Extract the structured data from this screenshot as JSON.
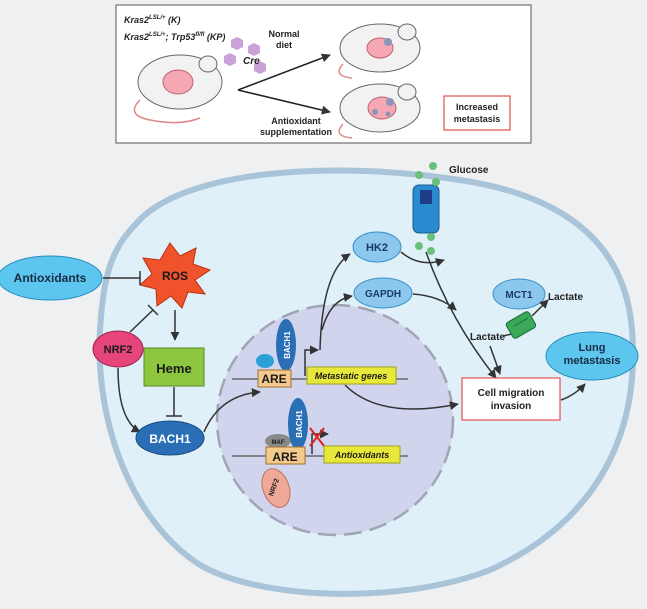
{
  "top_panel": {
    "genotype_k": "Kras2",
    "genotype_k_sup": "LSL/+",
    "genotype_k_suffix": " (K)",
    "genotype_kp": "Kras2",
    "genotype_kp_sup": "LSL/+",
    "genotype_kp_mid": "; Trp53",
    "genotype_kp_sup2": "fl/fl",
    "genotype_kp_suffix": " (KP)",
    "cre_label": "Cre",
    "normal_diet_line1": "Normal",
    "normal_diet_line2": "diet",
    "antioxidant_line1": "Antioxidant",
    "antioxidant_line2": "supplementation",
    "increased_line1": "Increased",
    "increased_line2": "metastasis"
  },
  "cell": {
    "antioxidants": "Antioxidants",
    "ros": "ROS",
    "nrf2": "NRF2",
    "heme": "Heme",
    "bach1": "BACH1",
    "hk2": "HK2",
    "gapdh": "GAPDH",
    "mct1": "MCT1",
    "glucose": "Glucose",
    "lactate_in": "Lactate",
    "lactate_out": "Lactate",
    "lung_line1": "Lung",
    "lung_line2": "metastasis",
    "migration_line1": "Cell migration",
    "migration_line2": "invasion",
    "are_top": "ARE",
    "are_bottom": "ARE",
    "bach1_top": "BACH1",
    "bach1_bottom": "BACH1",
    "metastatic_genes": "Metastatic genes",
    "antioxidants_gene": "Antioxidants",
    "maf": "MAF",
    "nrf2_small": "NRF2"
  },
  "colors": {
    "ros": "#f0522c",
    "heme": "#8dc63f",
    "nrf2": "#e5457a",
    "bach1": "#2a6fb5",
    "antioxidants": "#5cc6ee",
    "gene_box": "#e8e83a",
    "are_box": "#f4c98c",
    "cell_fill": "#dff0f8",
    "nucleus_fill": "#d0d4ec",
    "glucose": "#6ac07a",
    "increased_border": "#e05050"
  }
}
